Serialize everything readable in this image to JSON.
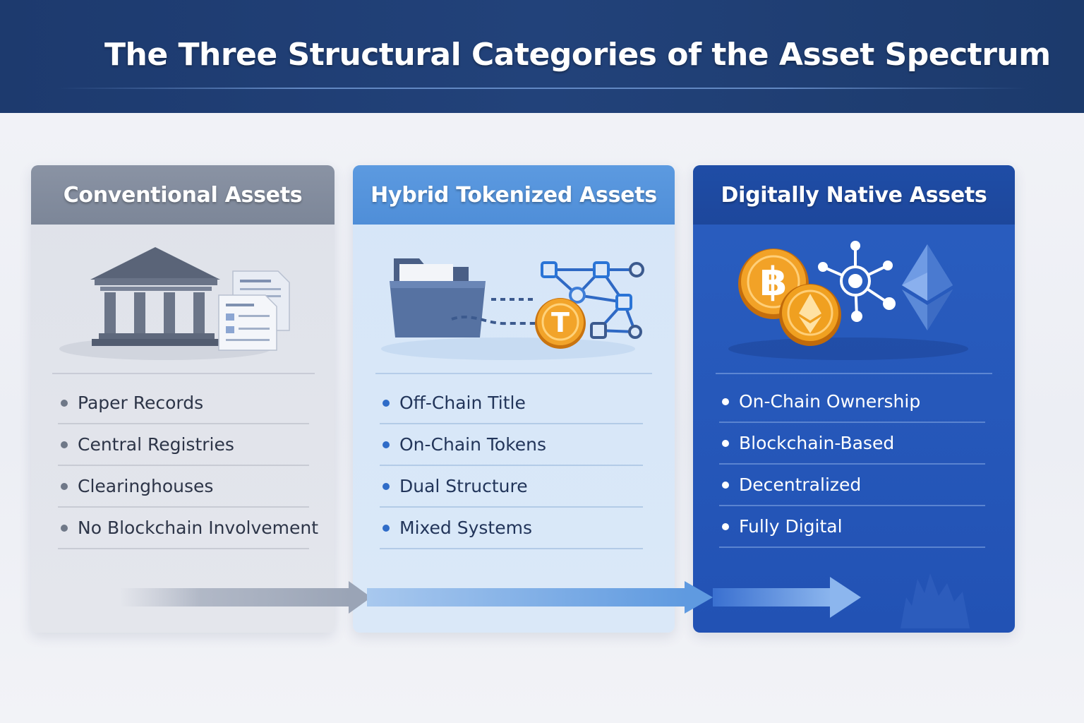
{
  "title": "The Three Structural Categories of the Asset Spectrum",
  "columns": [
    {
      "heading": "Conventional Assets",
      "icons": [
        "bank-building-icon",
        "paper-documents-icon"
      ],
      "items": [
        "Paper Records",
        "Central Registries",
        "Clearinghouses",
        "No Blockchain Involvement"
      ]
    },
    {
      "heading": "Hybrid Tokenized Assets",
      "icons": [
        "folder-icon",
        "token-coin-icon",
        "blockchain-network-icon"
      ],
      "token_letter": "T",
      "items": [
        "Off-Chain Title",
        "On-Chain Tokens",
        "Dual Structure",
        "Mixed Systems"
      ]
    },
    {
      "heading": "Digitally Native Assets",
      "icons": [
        "bitcoin-coin-icon",
        "ethereum-coin-icon",
        "network-hub-icon",
        "ethereum-diamond-icon"
      ],
      "items": [
        "On-Chain Ownership",
        "Blockchain-Based",
        "Decentralized",
        "Fully Digital"
      ]
    }
  ],
  "colors": {
    "header_bg": "#1d3a6e",
    "conventional": "#7c8698",
    "hybrid": "#4f8ed8",
    "native": "#2252b4",
    "coin": "#f0a020"
  }
}
